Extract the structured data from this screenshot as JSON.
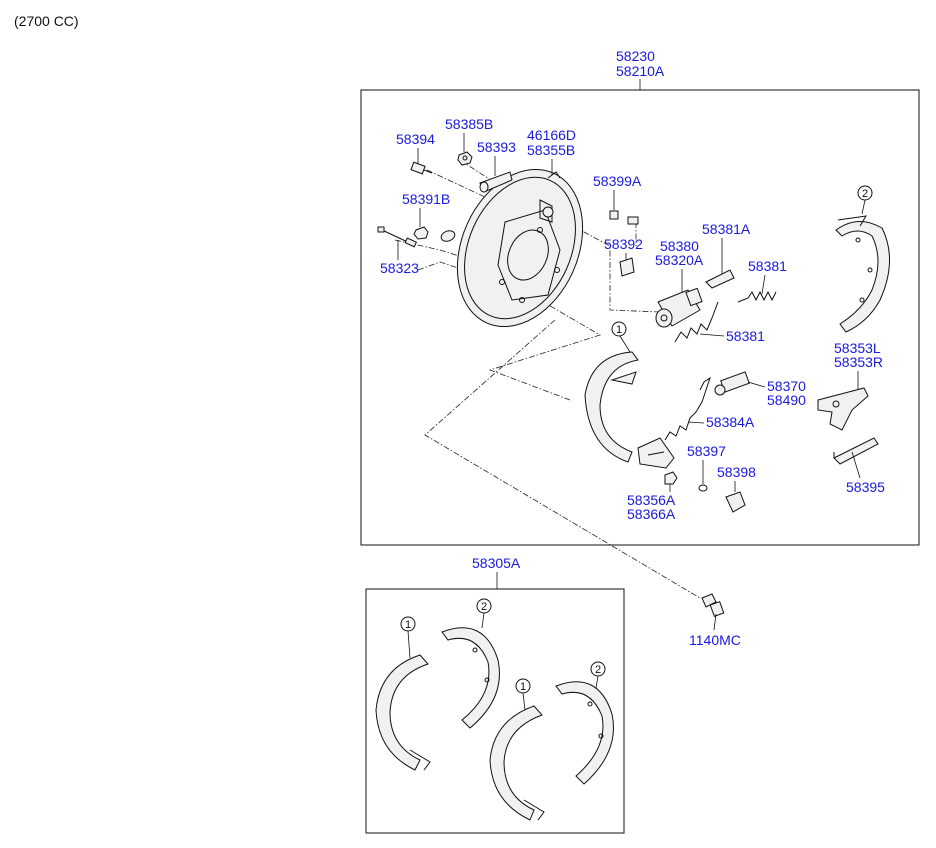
{
  "header": {
    "caption": "(2700 CC)"
  },
  "assemblies": {
    "backing_plate": {
      "label_1": "58230",
      "label_2": "58210A"
    },
    "shoe_kit": {
      "label": "58305A"
    }
  },
  "parts": {
    "p58394": "58394",
    "p58385B": "58385B",
    "p46166D": "46166D",
    "p58355B": "58355B",
    "p58393": "58393",
    "p58391B": "58391B",
    "p58323": "58323",
    "p58399A": "58399A",
    "p58392": "58392",
    "p58380": "58380",
    "p58320A": "58320A",
    "p58381A": "58381A",
    "p58381_a": "58381",
    "p58381_b": "58381",
    "p58353L": "58353L",
    "p58353R": "58353R",
    "p58370": "58370",
    "p58490": "58490",
    "p58384A": "58384A",
    "p58397": "58397",
    "p58398": "58398",
    "p58356A": "58356A",
    "p58366A": "58366A",
    "p58395": "58395",
    "p1140MC": "1140MC"
  },
  "callouts": {
    "c1": "1",
    "c2": "2"
  },
  "colors": {
    "part_number": "#1a1adc",
    "line": "#111111",
    "background": "#ffffff"
  }
}
